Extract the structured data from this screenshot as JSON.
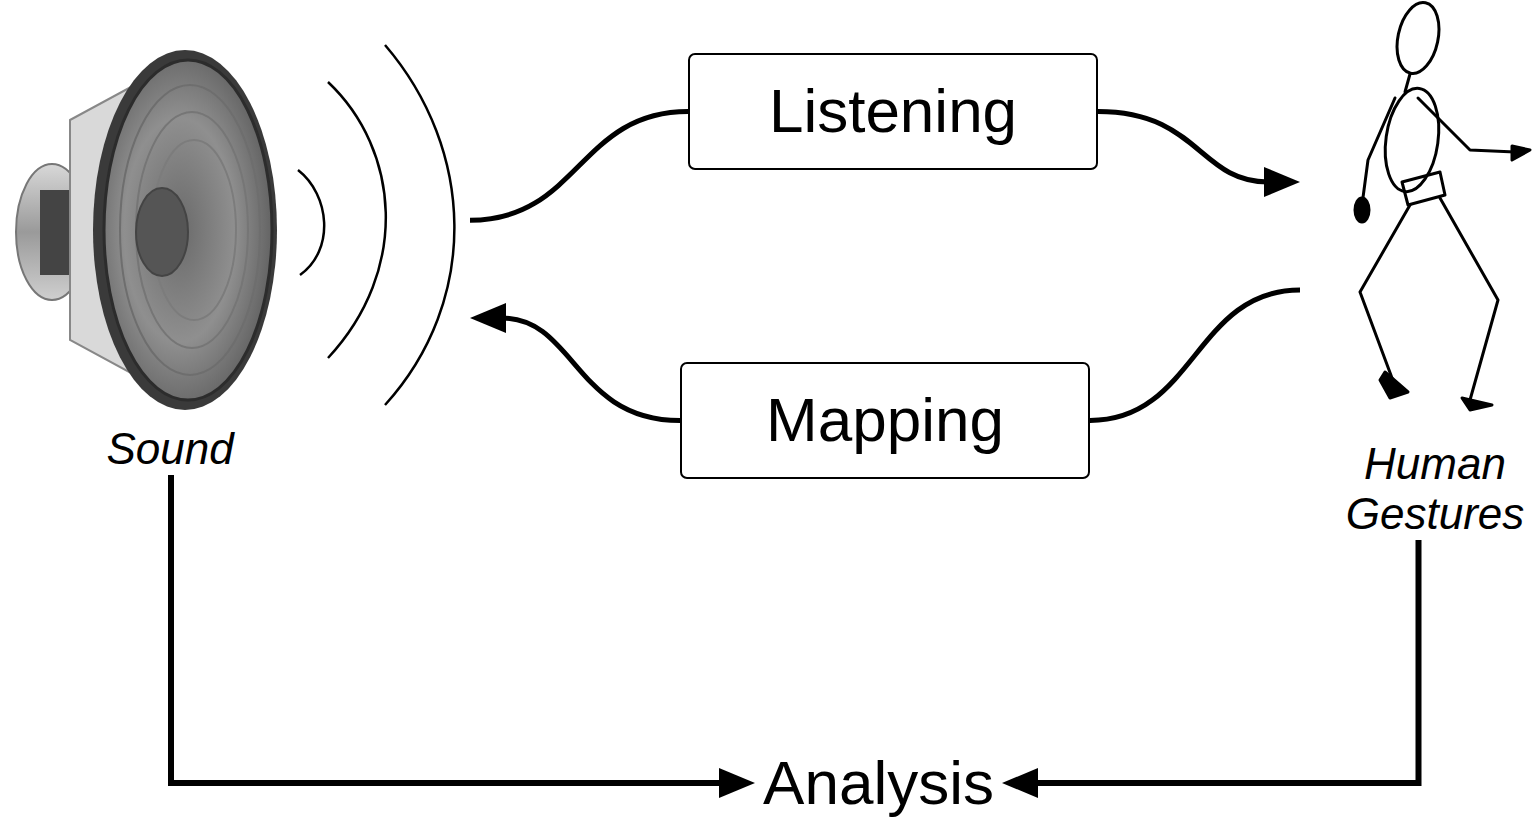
{
  "diagram": {
    "nodes": [
      {
        "text": [
          "Sound"
        ]
      },
      {
        "text": [
          "Listening"
        ]
      },
      {
        "text": [
          "Mapping"
        ]
      },
      {
        "text": [
          "Human Gestures"
        ]
      },
      {
        "text": [
          "Analysis"
        ]
      }
    ],
    "edges": [
      {
        "from": 0,
        "to": 1,
        "arrow": "none"
      },
      {
        "from": 1,
        "to": 3,
        "arrow": "to"
      },
      {
        "from": 3,
        "to": 2,
        "arrow": "none"
      },
      {
        "from": 2,
        "to": 0,
        "arrow": "to"
      },
      {
        "from": 0,
        "to": 4,
        "arrow": "to"
      },
      {
        "from": 3,
        "to": 4,
        "arrow": "to"
      }
    ]
  }
}
